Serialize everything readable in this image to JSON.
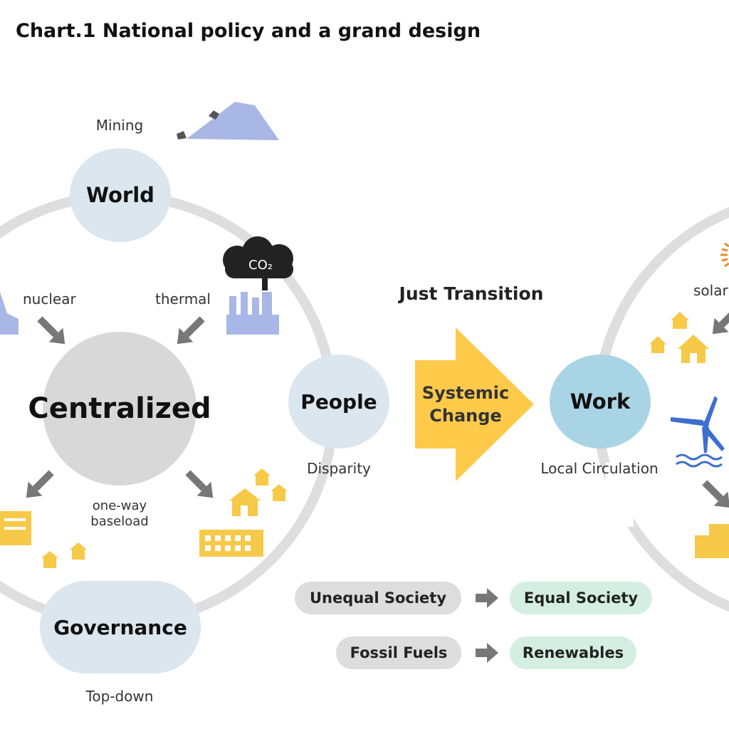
{
  "title": "Chart.1 National policy and a grand design",
  "colors": {
    "ring": "#dedede",
    "node_light": "#dbe6ee",
    "node_work": "#a9d4e6",
    "center_node": "#d8d8d8",
    "arrow_yellow": "#ffc94a",
    "icon_blue": "#a9b7e6",
    "icon_yellow": "#f7c948",
    "cloud": "#222222",
    "gray_arrow": "#777777",
    "pill_gray": "#dddddd",
    "pill_green": "#d4efe2",
    "turbine_blue": "#3d6fcf",
    "sun_orange": "#f08a2a"
  },
  "left_cycle": {
    "center": "Centralized",
    "world": "World",
    "people": "People",
    "governance": "Governance",
    "mining_label": "Mining",
    "nuclear_label": "nuclear",
    "thermal_label": "thermal",
    "co2_label": "CO₂",
    "oneway_line1": "one-way",
    "oneway_line2": "baseload",
    "disparity_label": "Disparity",
    "topdown_label": "Top-down"
  },
  "transition": {
    "heading": "Just Transition",
    "arrow_line1": "Systemic",
    "arrow_line2": "Change"
  },
  "right_cycle": {
    "work": "Work",
    "local_label": "Local Circulation",
    "solar_label": "solar"
  },
  "comparisons": [
    {
      "from": "Unequal Society",
      "to": "Equal Society"
    },
    {
      "from": "Fossil Fuels",
      "to": "Renewables"
    }
  ]
}
